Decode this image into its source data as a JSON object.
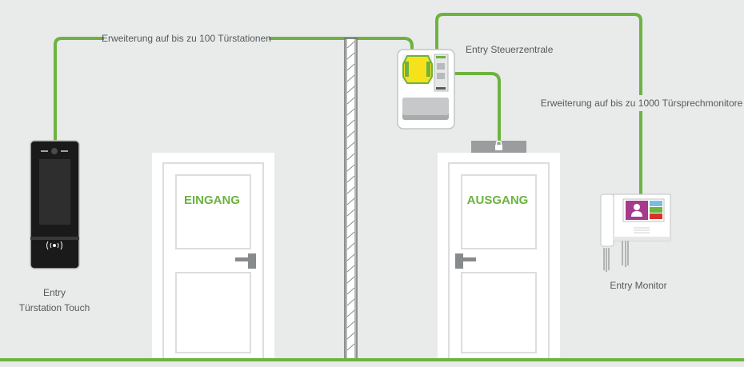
{
  "colors": {
    "background": "#e9eaea",
    "wire": "#6cb33f",
    "door": "#ffffff",
    "floor": "#6cb33f",
    "label_text": "#555a5c",
    "door_label": "#6cb33f"
  },
  "labels": {
    "extension_door_stations": "Erweiterung auf bis zu 100 Türstationen",
    "control_unit": "Entry Steuerzentrale",
    "extension_monitors": "Erweiterung auf bis zu 1000 Türsprechmonitore",
    "door_station_line1": "Entry",
    "door_station_line2": "Türstation Touch",
    "monitor": "Entry Monitor"
  },
  "doors": {
    "entrance_label": "EINGANG",
    "exit_label": "AUSGANG"
  },
  "icons": {
    "door_station": "door-station-icon",
    "control_unit": "control-unit-icon",
    "monitor": "video-monitor-icon",
    "lock": "lock-icon",
    "rfid": "rfid-icon",
    "user": "user-icon"
  }
}
